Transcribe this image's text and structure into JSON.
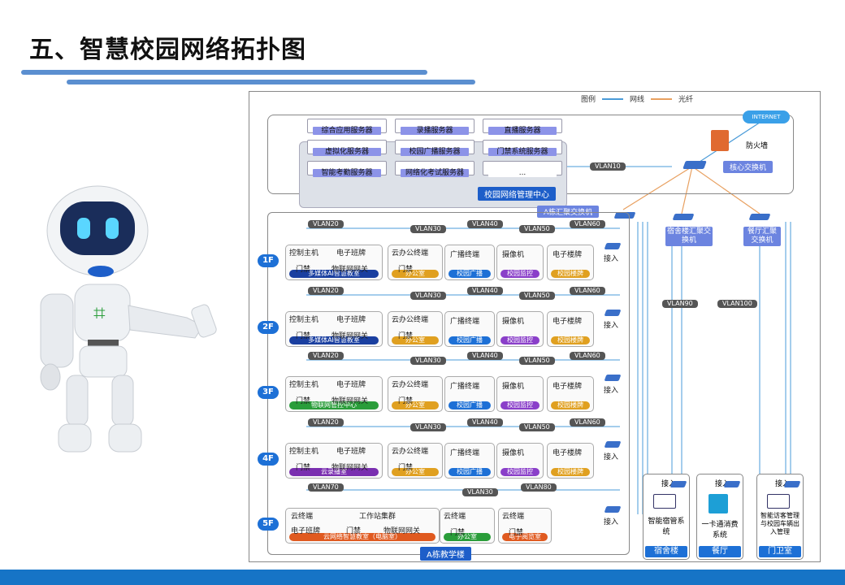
{
  "title": "五、智慧校园网络拓扑图",
  "colors": {
    "accent": "#1d70d6",
    "bar": "#5b8fd0",
    "footer": "#1674c6",
    "fiber": "#e8a060",
    "net": "#4a9bd8"
  },
  "legend": {
    "label": "图例",
    "net": "网线",
    "fiber": "光纤"
  },
  "internet": "INTERNET",
  "firewall": "防火墙",
  "core_switch": "核心交换机",
  "mgmt_center": "校园网络管理中心",
  "servers": [
    "综合应用服务器",
    "录播服务器",
    "直播服务器",
    "虚拟化服务器",
    "校园广播服务器",
    "门禁系统服务器",
    "智能考勤服务器",
    "网络化考试服务器",
    "..."
  ],
  "vlan10": "VLAN10",
  "agg_a": "A栋汇聚交换机",
  "agg_dorm": "宿舍楼汇聚交换机",
  "agg_canteen": "餐厅汇聚交换机",
  "vlan90": "VLAN90",
  "vlan100": "VLAN100",
  "building_a": "A栋教学楼",
  "access": "接入",
  "floors": [
    {
      "floor": "1F",
      "vlans": [
        "VLAN20",
        "VLAN30",
        "VLAN40",
        "VLAN50",
        "VLAN60"
      ],
      "rooms": [
        {
          "label": "多媒体AI智慧教室",
          "color": "#1a3fa0",
          "items": [
            "控制主机",
            "电子班牌",
            "门禁",
            "物联网网关"
          ]
        },
        {
          "label": "办公室",
          "color": "#e0a020",
          "items": [
            "云办公终端",
            "门禁"
          ]
        },
        {
          "label": "校园广播",
          "color": "#1d70d6",
          "items": [
            "广播终端"
          ]
        },
        {
          "label": "校园监控",
          "color": "#8a3fc9",
          "items": [
            "摄像机"
          ]
        },
        {
          "label": "校园楼牌",
          "color": "#e0a020",
          "items": [
            "电子楼牌"
          ]
        }
      ]
    },
    {
      "floor": "2F",
      "vlans": [
        "VLAN20",
        "VLAN30",
        "VLAN40",
        "VLAN50",
        "VLAN60"
      ],
      "rooms": [
        {
          "label": "多媒体AI智慧教室",
          "color": "#1a3fa0",
          "items": [
            "控制主机",
            "电子班牌",
            "门禁",
            "物联网网关"
          ]
        },
        {
          "label": "办公室",
          "color": "#e0a020",
          "items": [
            "云办公终端",
            "门禁"
          ]
        },
        {
          "label": "校园广播",
          "color": "#1d70d6",
          "items": [
            "广播终端"
          ]
        },
        {
          "label": "校园监控",
          "color": "#8a3fc9",
          "items": [
            "摄像机"
          ]
        },
        {
          "label": "校园楼牌",
          "color": "#e0a020",
          "items": [
            "电子楼牌"
          ]
        }
      ]
    },
    {
      "floor": "3F",
      "vlans": [
        "VLAN20",
        "VLAN30",
        "VLAN40",
        "VLAN50",
        "VLAN60"
      ],
      "rooms": [
        {
          "label": "物联网管控中心",
          "color": "#2a9d3a",
          "items": [
            "控制主机",
            "电子班牌",
            "门禁",
            "物联网网关"
          ]
        },
        {
          "label": "办公室",
          "color": "#e0a020",
          "items": [
            "云办公终端",
            "门禁"
          ]
        },
        {
          "label": "校园广播",
          "color": "#1d70d6",
          "items": [
            "广播终端"
          ]
        },
        {
          "label": "校园监控",
          "color": "#8a3fc9",
          "items": [
            "摄像机"
          ]
        },
        {
          "label": "校园楼牌",
          "color": "#e0a020",
          "items": [
            "电子楼牌"
          ]
        }
      ]
    },
    {
      "floor": "4F",
      "vlans": [
        "VLAN20",
        "VLAN30",
        "VLAN40",
        "VLAN50",
        "VLAN60"
      ],
      "rooms": [
        {
          "label": "云录播室",
          "color": "#7a2fb0",
          "items": [
            "控制主机",
            "电子班牌",
            "门禁",
            "物联网网关"
          ]
        },
        {
          "label": "办公室",
          "color": "#e0a020",
          "items": [
            "云办公终端",
            "门禁"
          ]
        },
        {
          "label": "校园广播",
          "color": "#1d70d6",
          "items": [
            "广播终端"
          ]
        },
        {
          "label": "校园监控",
          "color": "#8a3fc9",
          "items": [
            "摄像机"
          ]
        },
        {
          "label": "校园楼牌",
          "color": "#e0a020",
          "items": [
            "电子楼牌"
          ]
        }
      ]
    },
    {
      "floor": "5F",
      "vlans": [
        "VLAN70",
        "VLAN30",
        "VLAN80"
      ],
      "rooms": [
        {
          "label": "云网络智慧教室（电脑室）",
          "color": "#e05a20",
          "items": [
            "云终端",
            "工作站集群",
            "电子班牌",
            "门禁",
            "物联网网关"
          ]
        },
        {
          "label": "办公室",
          "color": "#2a9d3a",
          "items": [
            "云终端",
            "门禁"
          ]
        },
        {
          "label": "电子阅览室",
          "color": "#e05a20",
          "items": [
            "云终端",
            "门禁"
          ]
        }
      ]
    }
  ],
  "dorm": {
    "caption": "宿舍楼",
    "system": "智能宿管系统"
  },
  "canteen": {
    "caption": "餐厅",
    "system": "一卡通消费系统"
  },
  "gate": {
    "caption": "门卫室",
    "system": "智能访客管理与校园车辆出入管理"
  }
}
